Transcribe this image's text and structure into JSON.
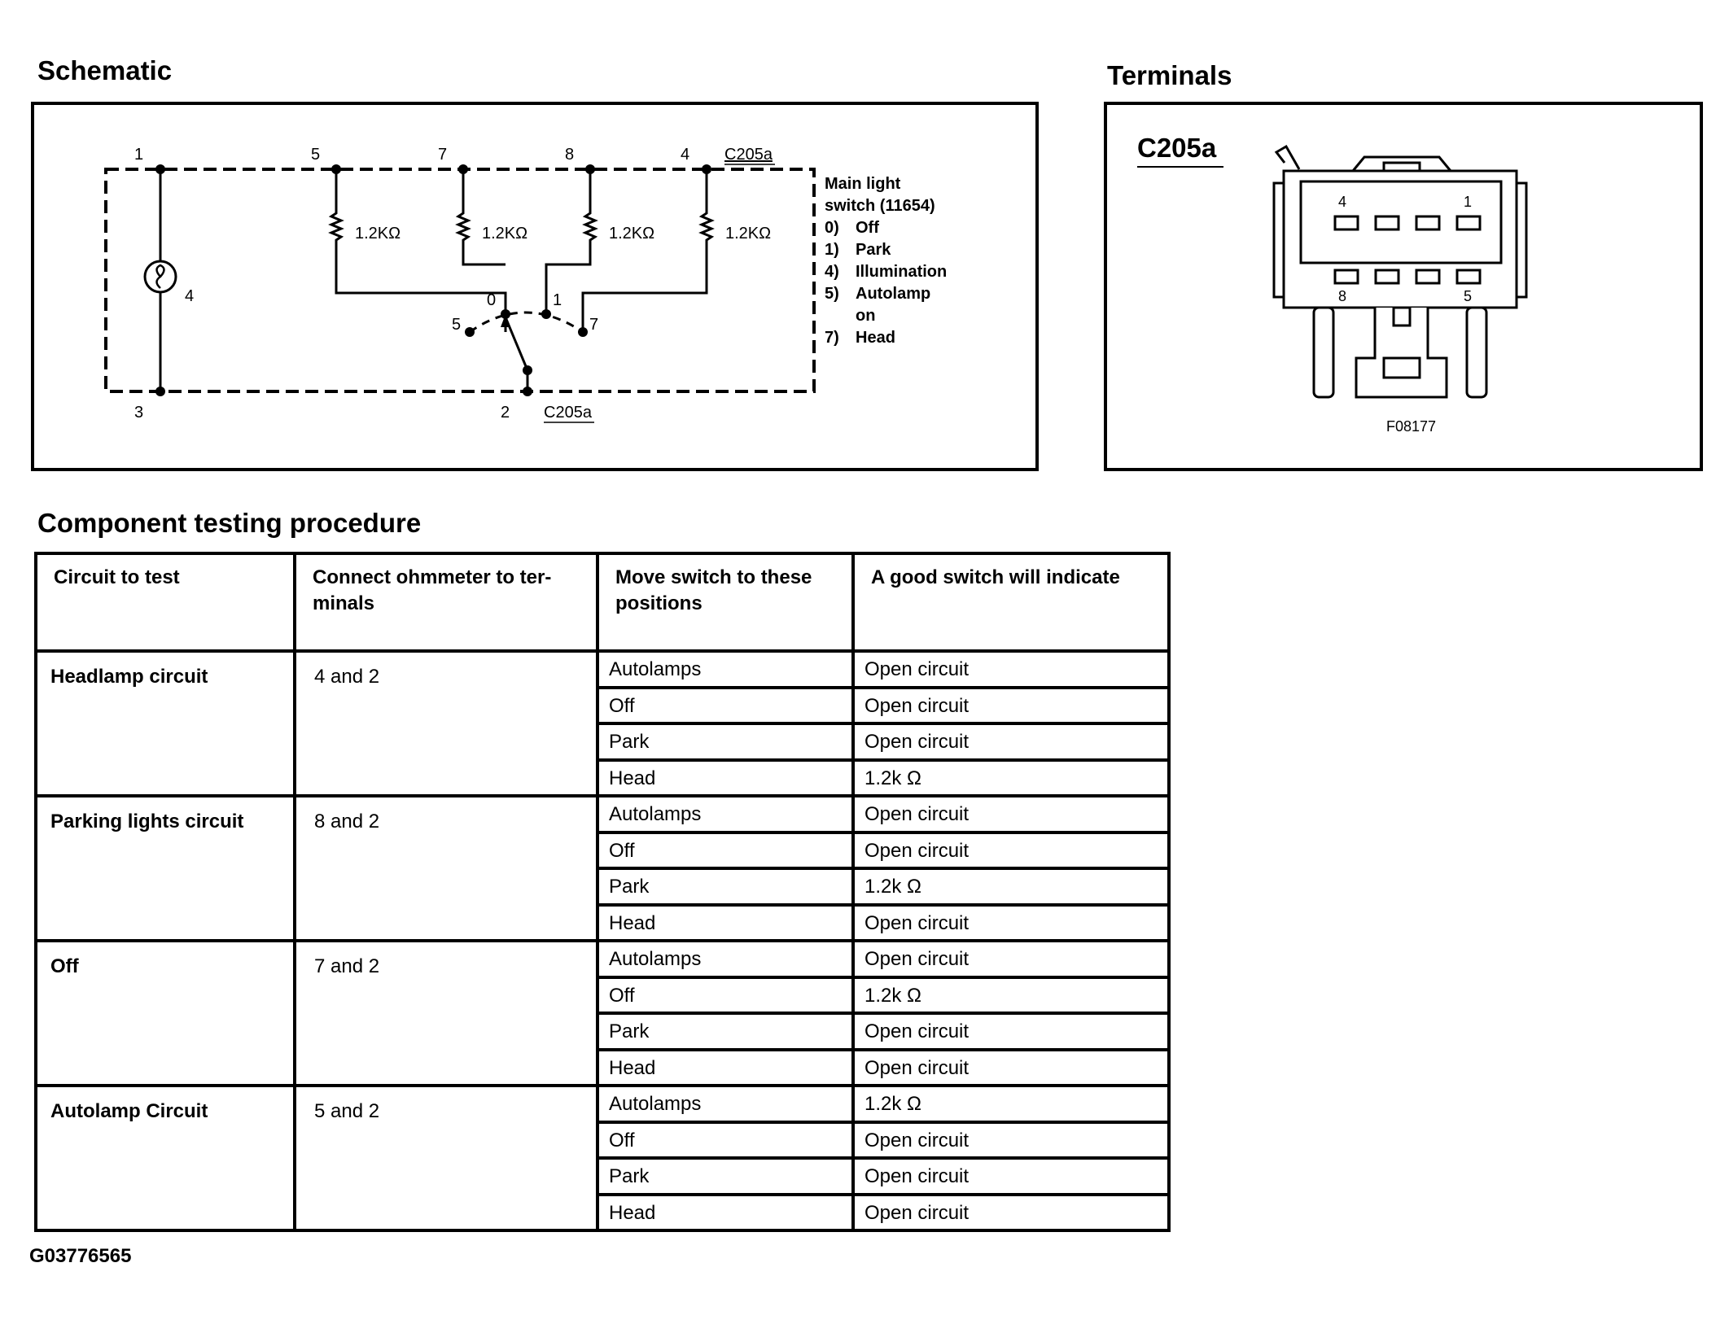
{
  "schematic": {
    "heading": "Schematic",
    "top_pins": [
      "1",
      "5",
      "7",
      "8",
      "4"
    ],
    "bottom_pins": [
      "3",
      "2"
    ],
    "connector_top": "C205a",
    "connector_bottom": "C205a",
    "lamp_label": "4",
    "resistor_label": "1.2KΩ",
    "switch_positions": [
      "5",
      "0",
      "1",
      "7"
    ],
    "legend": {
      "title_line1": "Main light",
      "title_line2": "switch (11654)",
      "items": [
        {
          "num": "0)",
          "text": "Off"
        },
        {
          "num": "1)",
          "text": "Park"
        },
        {
          "num": "4)",
          "text": "Illumination"
        },
        {
          "num": "5)",
          "text": "Autolamp"
        },
        {
          "num": "",
          "text": "on"
        },
        {
          "num": "7)",
          "text": "Head"
        }
      ]
    }
  },
  "terminals": {
    "heading": "Terminals",
    "connector_name": "C205a",
    "pin_labels": {
      "top_left": "4",
      "top_right": "1",
      "bottom_left": "8",
      "bottom_right": "5"
    },
    "figure_code": "F08177"
  },
  "procedure": {
    "heading": "Component testing procedure",
    "columns": [
      "Circuit to test",
      "Connect ohmmeter to ter-minals",
      "Move switch to these positions",
      "A good switch will indicate"
    ],
    "groups": [
      {
        "circuit": "Headlamp circuit",
        "terminals": "4 and 2",
        "rows": [
          [
            "Autolamps",
            "Open circuit"
          ],
          [
            "Off",
            "Open circuit"
          ],
          [
            "Park",
            "Open circuit"
          ],
          [
            "Head",
            "1.2k Ω"
          ]
        ]
      },
      {
        "circuit": "Parking lights circuit",
        "terminals": "8 and 2",
        "rows": [
          [
            "Autolamps",
            "Open circuit"
          ],
          [
            "Off",
            "Open circuit"
          ],
          [
            "Park",
            "1.2k Ω"
          ],
          [
            "Head",
            "Open circuit"
          ]
        ]
      },
      {
        "circuit": "Off",
        "terminals": "7 and 2",
        "rows": [
          [
            "Autolamps",
            "Open circuit"
          ],
          [
            "Off",
            "1.2k Ω"
          ],
          [
            "Park",
            "Open circuit"
          ],
          [
            "Head",
            "Open circuit"
          ]
        ]
      },
      {
        "circuit": "Autolamp Circuit",
        "terminals": "5 and 2",
        "rows": [
          [
            "Autolamps",
            "1.2k Ω"
          ],
          [
            "Off",
            "Open circuit"
          ],
          [
            "Park",
            "Open circuit"
          ],
          [
            "Head",
            "Open circuit"
          ]
        ]
      }
    ]
  },
  "figure_id": "G03776565"
}
